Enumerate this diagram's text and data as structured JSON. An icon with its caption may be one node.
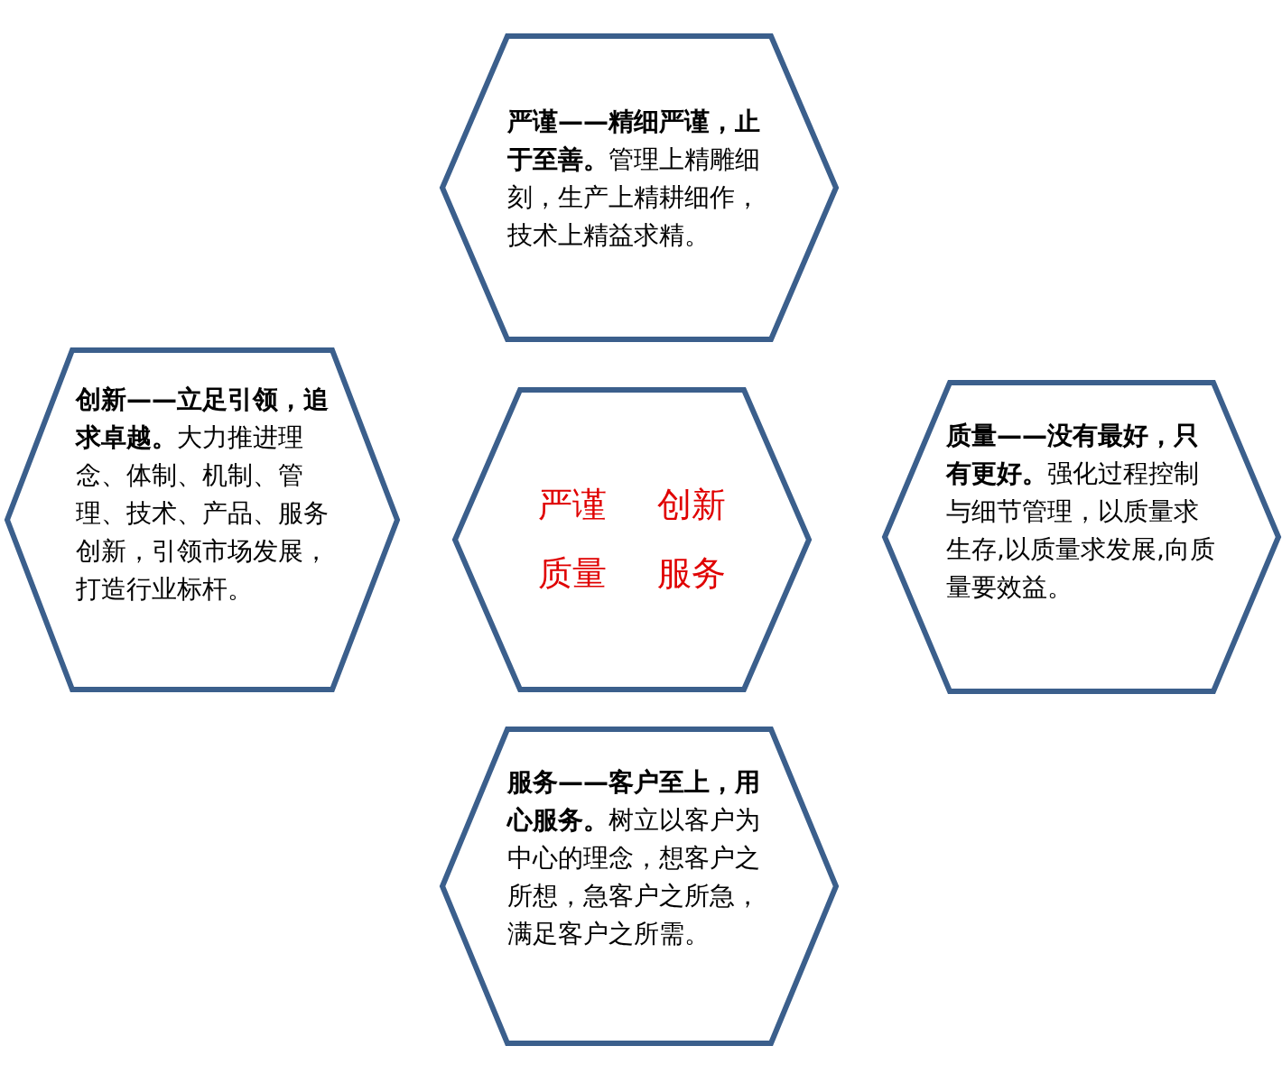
{
  "diagram": {
    "nodes": [
      {
        "text": [
          "**严谨——精细严谨，止于至善。**管理上精雕细刻，生产上精耕细作，技术上精益求精。"
        ]
      },
      {
        "text": [
          "**创新——立足引领，追求卓越。**大力推进理念、体制、机制、管理、技术、产品、服务创新，引领市场发展，打造行业标杆。"
        ]
      },
      {
        "text": [
          "严谨",
          "创新",
          "质量",
          "服务"
        ]
      },
      {
        "text": [
          "**质量——没有最好，只有更好。**强化过程控制与细节管理，以质量求生存,以质量求发展,向质量要效益。"
        ]
      },
      {
        "text": [
          "**服务——客户至上，用心服务。**树立以客户为中心的理念，想客户之所想，急客户之所急，满足客户之所需。"
        ]
      }
    ]
  }
}
